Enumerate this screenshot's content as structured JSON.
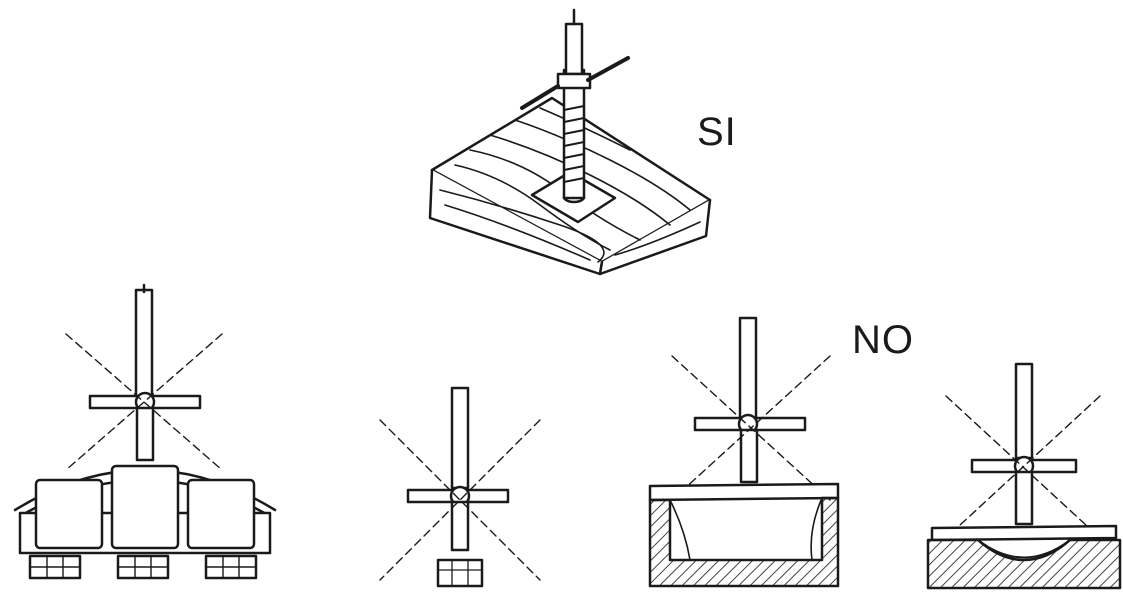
{
  "labels": {
    "correct": "SI",
    "incorrect": "NO"
  },
  "colors": {
    "ink": "#1a1a1a",
    "background": "#ffffff",
    "hatch": "#444444"
  },
  "figures": [
    {
      "id": "correct-base-jack-on-timber-sole-plate",
      "verdict": "SI"
    },
    {
      "id": "base-jack-on-stacked-hollow-bricks",
      "verdict": "NO"
    },
    {
      "id": "base-jack-on-single-brick",
      "verdict": "NO"
    },
    {
      "id": "base-jack-on-plank-bridging-gap",
      "verdict": "NO"
    },
    {
      "id": "base-jack-on-curved-board-over-hollow",
      "verdict": "NO"
    }
  ]
}
